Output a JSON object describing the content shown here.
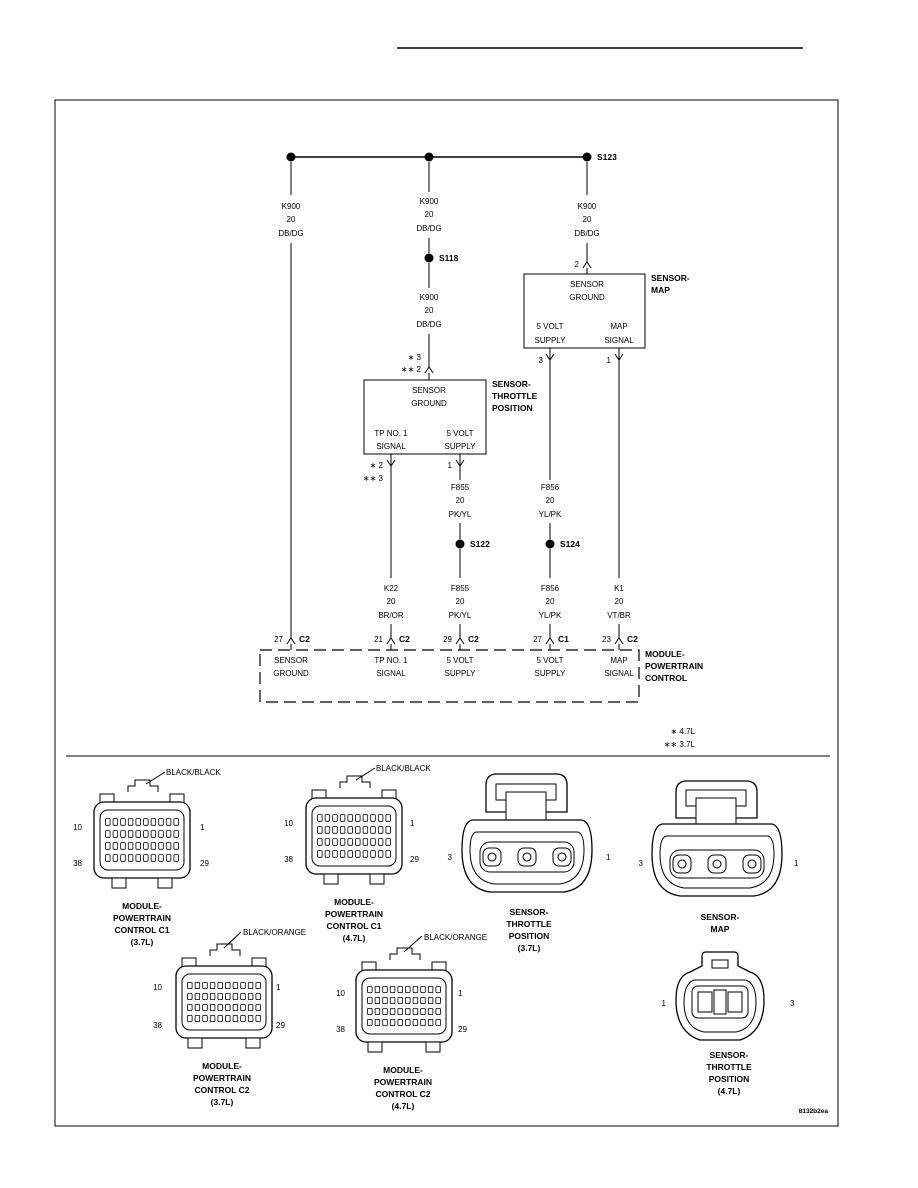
{
  "splices": {
    "s123": "S123",
    "s118": "S118",
    "s122": "S122",
    "s124": "S124"
  },
  "wires": {
    "left_ground": [
      "K900",
      "20",
      "DB/DG"
    ],
    "mid_ground": [
      "K900",
      "20",
      "DB/DG"
    ],
    "map_ground": [
      "K900",
      "20",
      "DB/DG"
    ],
    "tp_ground": [
      "K900",
      "20",
      "DB/DG"
    ],
    "tp_supply_up": [
      "F855",
      "20",
      "PK/YL"
    ],
    "tp_supply_dn": [
      "F855",
      "20",
      "PK/YL"
    ],
    "map_supply_up": [
      "F856",
      "20",
      "YL/PK"
    ],
    "map_supply_dn": [
      "F856",
      "20",
      "YL/PK"
    ],
    "tp_signal": [
      "K22",
      "20",
      "BR/OR"
    ],
    "map_signal": [
      "K1",
      "20",
      "VT/BR"
    ]
  },
  "map_sensor": {
    "label": [
      "SENSOR-",
      "MAP"
    ],
    "ground": [
      "SENSOR",
      "GROUND"
    ],
    "supply": [
      "5 VOLT",
      "SUPPLY"
    ],
    "signal": [
      "MAP",
      "SIGNAL"
    ],
    "pin_ground": "2",
    "pin_supply": "3",
    "pin_signal": "1"
  },
  "tp_sensor": {
    "label": [
      "SENSOR-",
      "THROTTLE",
      "POSITION"
    ],
    "ground": [
      "SENSOR",
      "GROUND"
    ],
    "signal": [
      "TP NO. 1",
      "SIGNAL"
    ],
    "supply": [
      "5 VOLT",
      "SUPPLY"
    ],
    "pin_ground": [
      "∗ 3",
      "∗∗ 2"
    ],
    "pin_signal": [
      "∗ 2",
      "∗∗ 3"
    ],
    "pin_supply": "1"
  },
  "pcm": {
    "label": [
      "MODULE-",
      "POWERTRAIN",
      "CONTROL"
    ],
    "cells": [
      {
        "pin": "27",
        "conn": "C2",
        "text": [
          "SENSOR",
          "GROUND"
        ]
      },
      {
        "pin": "21",
        "conn": "C2",
        "text": [
          "TP NO. 1",
          "SIGNAL"
        ]
      },
      {
        "pin": "29",
        "conn": "C2",
        "text": [
          "5 VOLT",
          "SUPPLY"
        ]
      },
      {
        "pin": "27",
        "conn": "C1",
        "text": [
          "5 VOLT",
          "SUPPLY"
        ]
      },
      {
        "pin": "23",
        "conn": "C2",
        "text": [
          "MAP",
          "SIGNAL"
        ]
      }
    ]
  },
  "legend": {
    "one": "∗ 4.7L",
    "two": "∗∗ 3.7L"
  },
  "connectors": {
    "c1_37": {
      "color": "BLACK/BLACK",
      "pins": [
        "10",
        "1",
        "38",
        "29"
      ],
      "label": [
        "MODULE-",
        "POWERTRAIN",
        "CONTROL C1",
        "(3.7L)"
      ]
    },
    "c1_47": {
      "color": "BLACK/BLACK",
      "pins": [
        "10",
        "1",
        "38",
        "29"
      ],
      "label": [
        "MODULE-",
        "POWERTRAIN",
        "CONTROL C1",
        "(4.7L)"
      ]
    },
    "c2_37": {
      "color": "BLACK/ORANGE",
      "pins": [
        "10",
        "1",
        "38",
        "29"
      ],
      "label": [
        "MODULE-",
        "POWERTRAIN",
        "CONTROL C2",
        "(3.7L)"
      ]
    },
    "c2_47": {
      "color": "BLACK/ORANGE",
      "pins": [
        "10",
        "1",
        "38",
        "29"
      ],
      "label": [
        "MODULE-",
        "POWERTRAIN",
        "CONTROL C2",
        "(4.7L)"
      ]
    },
    "tps_37": {
      "pins": [
        "3",
        "1"
      ],
      "label": [
        "SENSOR-",
        "THROTTLE",
        "POSITION",
        "(3.7L)"
      ]
    },
    "map": {
      "pins": [
        "3",
        "1"
      ],
      "label": [
        "SENSOR-",
        "MAP"
      ]
    },
    "tps_47": {
      "pins": [
        "1",
        "3"
      ],
      "label": [
        "SENSOR-",
        "THROTTLE",
        "POSITION",
        "(4.7L)"
      ]
    }
  },
  "figure_id": "8132b2ea"
}
